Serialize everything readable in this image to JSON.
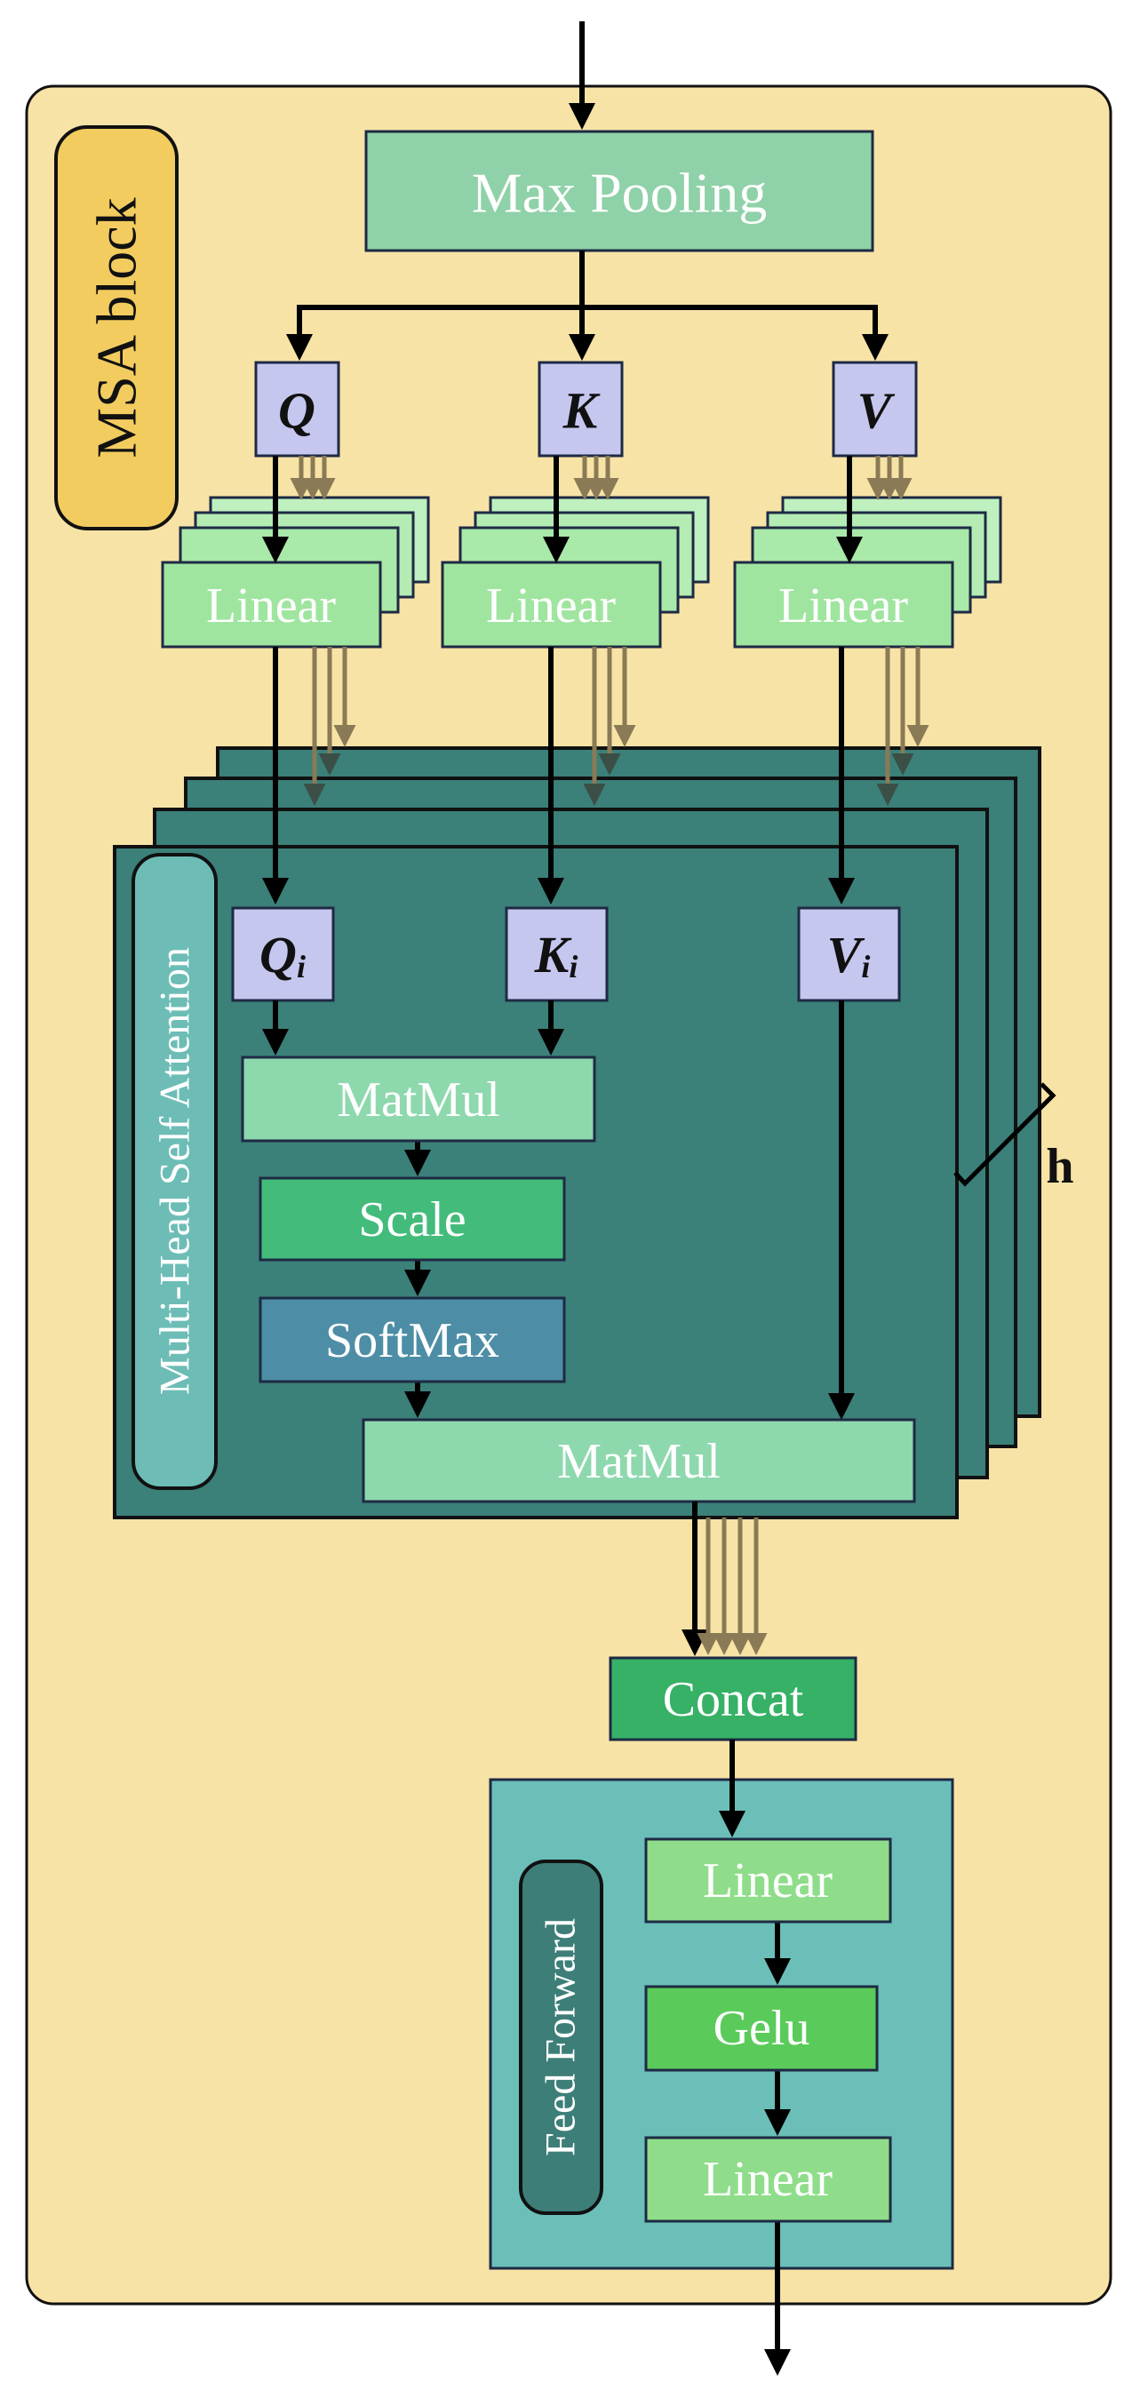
{
  "block": {
    "label": "MSA block",
    "max_pooling": "Max Pooling",
    "q": "Q",
    "k": "K",
    "v": "V",
    "linear_q": "Linear",
    "linear_k": "Linear",
    "linear_v": "Linear",
    "heads_label": "h"
  },
  "attention": {
    "label": "Multi-Head Self Attention",
    "qi": "Q",
    "ki": "K",
    "vi": "V",
    "subscript": "i",
    "matmul1": "MatMul",
    "scale": "Scale",
    "softmax": "SoftMax",
    "matmul2": "MatMul"
  },
  "concat": "Concat",
  "feed_forward": {
    "label": "Feed Forward",
    "linear1": "Linear",
    "gelu": "Gelu",
    "linear2": "Linear"
  },
  "colors": {
    "block_bg": "#f7e3a6",
    "label_badge": "#f3cc60",
    "pool_box": "#8fd1a8",
    "qkv_box": "#c6c7ef",
    "linear_box": "#9fe59f",
    "stack_box": "#3b8079",
    "attention_label_bg": "#6dbdb6",
    "matmul_box": "#8ed8ae",
    "scale_box": "#43bc7b",
    "softmax_box": "#4d8ea6",
    "concat_box": "#36b166",
    "ff_bg": "#6bbfb8",
    "ff_label_bg": "#3d7e78",
    "ff_linear": "#8fdd8a",
    "gelu_box": "#5acb5a",
    "border": "#1e2a44",
    "arrow_gray": "#8a7a55"
  }
}
